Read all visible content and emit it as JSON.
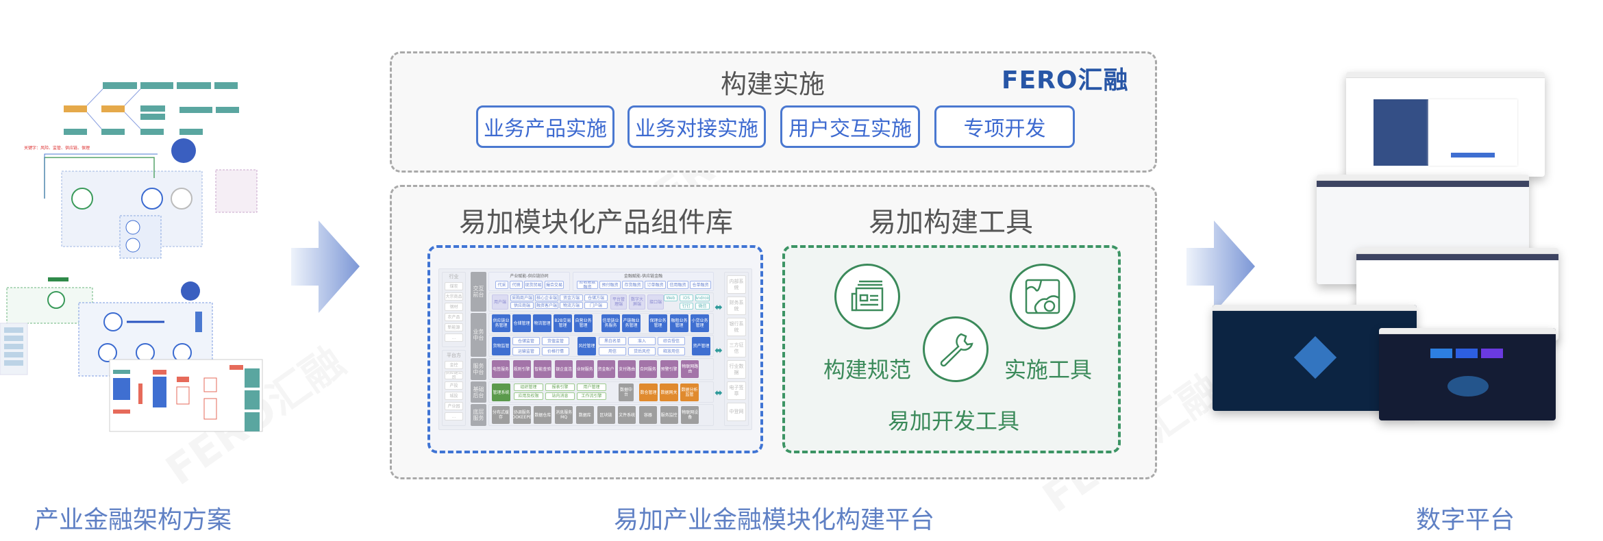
{
  "watermark": "FERO汇融",
  "build": {
    "title": "构建实施",
    "logo": "FERO汇融",
    "buttons": [
      "业务产品实施",
      "业务对接实施",
      "用户交互实施",
      "专项开发"
    ]
  },
  "library": {
    "title": "易加模块化产品组件库",
    "industry": {
      "title": "行业",
      "items": [
        "煤炭",
        "大宗商品",
        "钢材",
        "农产品",
        "新能源",
        "..."
      ]
    },
    "platform": {
      "title": "平台方",
      "items": [
        "金控",
        "供应链公司",
        "产投",
        "城投",
        "产业园",
        "..."
      ]
    },
    "layers": [
      "交互前台",
      "业务中台",
      "服务中台",
      "基础后台",
      "底层服务"
    ],
    "frontend": {
      "industry_group": "产业赋能-供应链协同",
      "industry_items": [
        "代采",
        "代销",
        "现货贸易",
        "撮合交易"
      ],
      "finance_group": "金融赋能-供应链金融",
      "finance_items": [
        "应收账款融资",
        "预付融资",
        "存货融资",
        "订单融资",
        "信用融资",
        "仓单融资"
      ],
      "user_end": "用户端",
      "user_items": [
        "采购商户端",
        "核心企业端",
        "资金方端",
        "仓储方端",
        "供应商端",
        "融资客户端",
        "物流方端",
        "门户端"
      ],
      "ends": [
        "平台管理端",
        "数字大屏端",
        "接口端"
      ],
      "channels": [
        "Web",
        "iOS",
        "Android",
        "钉钉",
        "微信"
      ]
    },
    "business": {
      "row1": [
        "供应链业务管理",
        "仓储管理",
        "物流管理",
        "B2B交易管理",
        "自营业务管理",
        "信单链业务服务",
        "产链融业务管理",
        "保理业务管理",
        "融租业务管理",
        "小贷业务管理"
      ],
      "cargo": "货物监管",
      "cargo_items": [
        "仓储监管",
        "货值监管",
        "运输监管",
        "价格行情"
      ],
      "risk": "风控管理",
      "risk_items": [
        "黑白名单",
        "准入",
        "综合授信",
        "用信",
        "贷后风控",
        "释放用信"
      ],
      "asset": "资产管理"
    },
    "service": [
      "电签服务",
      "规则引擎",
      "智能查验",
      "银企直连",
      "业财服务",
      "资金账户",
      "支付路由",
      "合同服务",
      "预警引擎",
      "物联网路由"
    ],
    "base": {
      "mgmt": "管理系统",
      "mgmt_items": [
        "组织管理",
        "报表引擎",
        "用户管理",
        "应用及权限",
        "站内消息",
        "工作流引擎"
      ],
      "data_center": "数据中台",
      "data_items": [
        "数仓管理",
        "数据网关",
        "数据分析监管"
      ]
    },
    "infra": [
      "分布式缓存",
      "协调服务ZOOKEEPER",
      "数据仓库",
      "消息服务MQ",
      "数据库",
      "区块链",
      "文件系统",
      "容器",
      "服务监控",
      "物联网设备"
    ],
    "external": [
      "内部系统",
      "财务系统",
      "银行系统",
      "三方征信",
      "行业数据",
      "电子签章",
      "中登网"
    ]
  },
  "tools": {
    "title": "易加构建工具",
    "items": [
      "构建规范",
      "易加开发工具",
      "实施工具"
    ]
  },
  "captions": {
    "left": "产业金融架构方案",
    "center": "易加产业金融模块化构建平台",
    "right": "数字平台"
  }
}
